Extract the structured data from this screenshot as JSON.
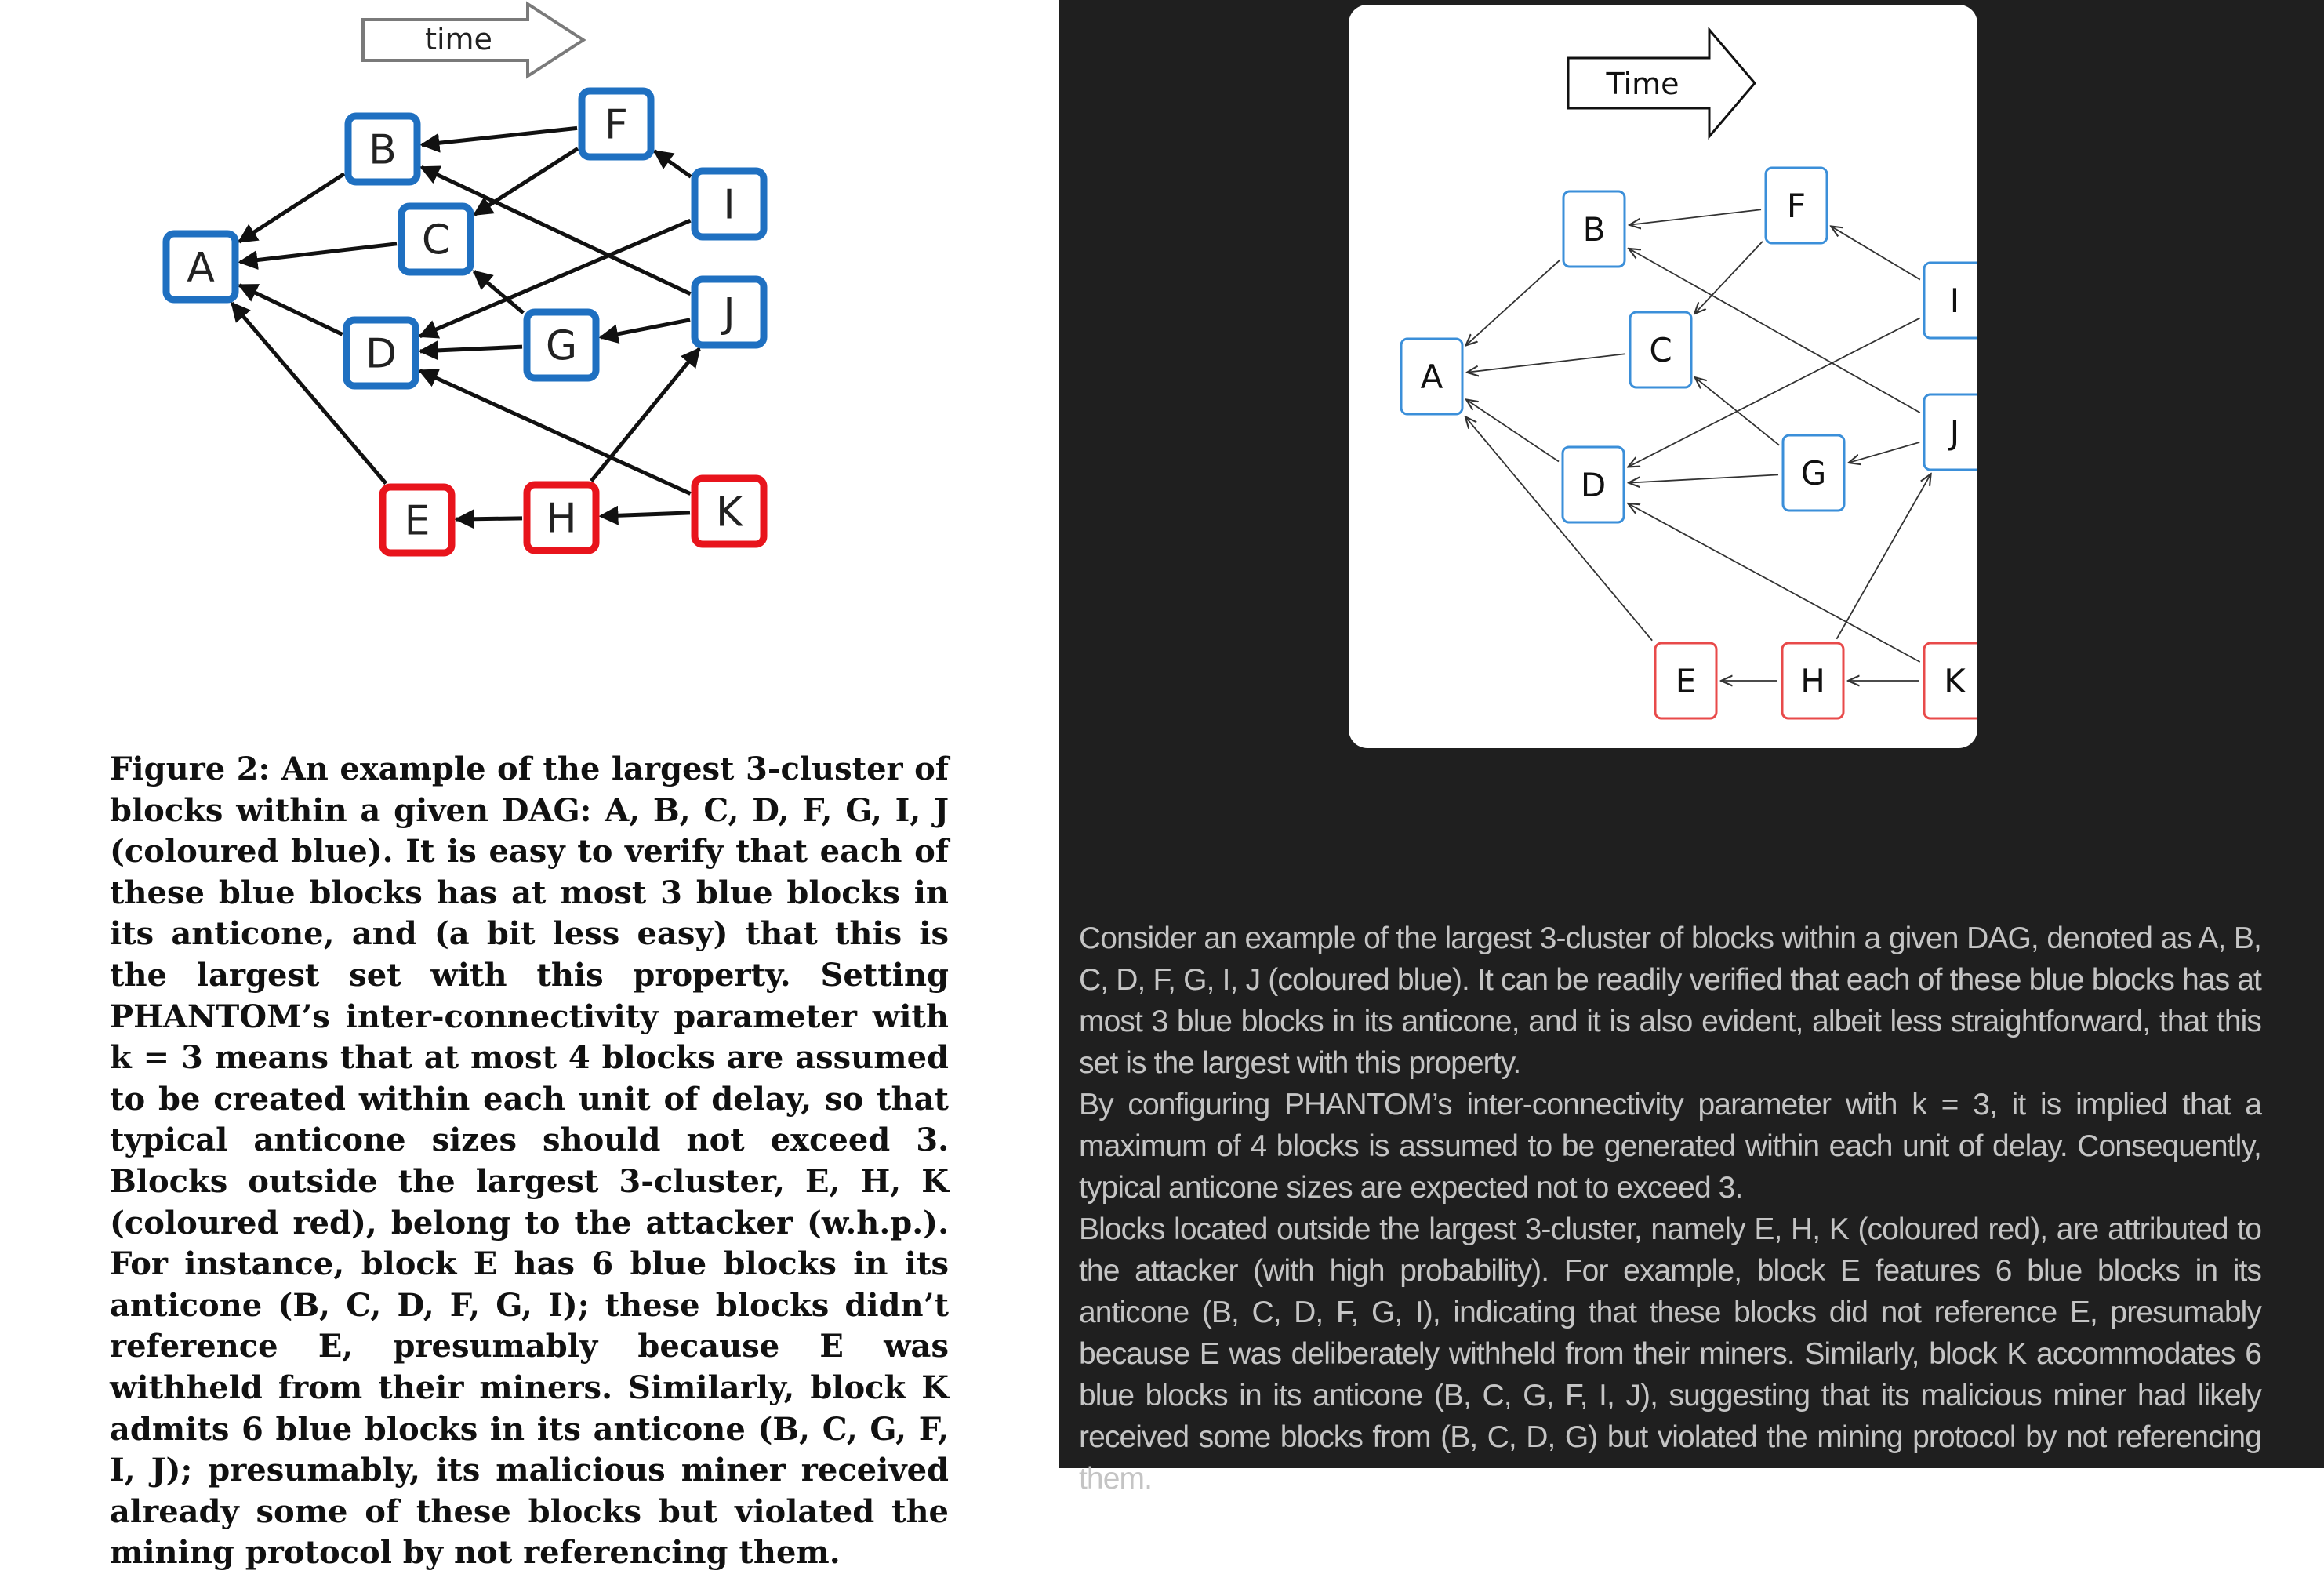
{
  "left_figure": {
    "time_label": "time",
    "nodes": {
      "A": "A",
      "B": "B",
      "C": "C",
      "D": "D",
      "E": "E",
      "F": "F",
      "G": "G",
      "H": "H",
      "I": "I",
      "J": "J",
      "K": "K"
    },
    "colors": {
      "blue": "#1f70c1",
      "red": "#e8141c",
      "arrow": "#111111"
    }
  },
  "caption": "Figure 2: An example of the largest 3-cluster of blocks within a given DAG: A, B, C, D, F, G, I, J (coloured blue). It is easy to verify that each of these blue blocks has at most 3 blue blocks in its anticone, and (a bit less easy) that this is the largest set with this property. Setting PHANTOM’s inter-connectivity parameter with k = 3 means that at most 4 blocks are assumed to be created within each unit of delay, so that typical anticone sizes should not exceed 3. Blocks outside the largest 3-cluster, E, H, K (coloured red), belong to the attacker (w.h.p.). For instance, block E has 6 blue blocks in its anticone (B, C, D, F, G, I); these blocks didn’t reference E, presumably because E was withheld from their miners. Similarly, block K admits 6 blue blocks in its anticone (B, C, G, F, I, J); presumably, its malicious miner received already some of these blocks but violated the mining protocol by not referencing them.",
  "right_figure": {
    "time_label": "Time",
    "nodes": {
      "A": "A",
      "B": "B",
      "C": "C",
      "D": "D",
      "E": "E",
      "F": "F",
      "G": "G",
      "H": "H",
      "I": "I",
      "J": "J",
      "K": "K"
    },
    "colors": {
      "blue": "#3b8fd9",
      "red": "#e84a4a",
      "arrow": "#333333",
      "background": "#1f1f1f",
      "card": "#ffffff"
    }
  },
  "explanation": [
    "Consider an example of the largest 3-cluster of blocks within a given DAG, denoted as A, B, C, D, F, G, I, J (coloured blue). It can be readily verified that each of these blue blocks has at most 3 blue blocks in its anticone, and it is also evident, albeit less straightforward, that this set is the largest with this property.",
    "By configuring PHANTOM’s inter-connectivity parameter with k = 3, it is implied that a maximum of 4 blocks is assumed to be generated within each unit of delay. Consequently, typical anticone sizes are expected not to exceed 3.",
    "Blocks located outside the largest 3-cluster, namely E, H, K (coloured red), are attributed to the attacker (with high probability). For example, block E features 6 blue blocks in its anticone (B, C, D, F, G, I), indicating that these blocks did not reference E, presumably because E was deliberately withheld from their miners. Similarly, block K accommodates 6 blue blocks in its anticone (B, C, G, F, I, J), suggesting that its malicious miner had likely received some blocks from (B, C, D, G) but violated the mining protocol by not referencing them."
  ]
}
